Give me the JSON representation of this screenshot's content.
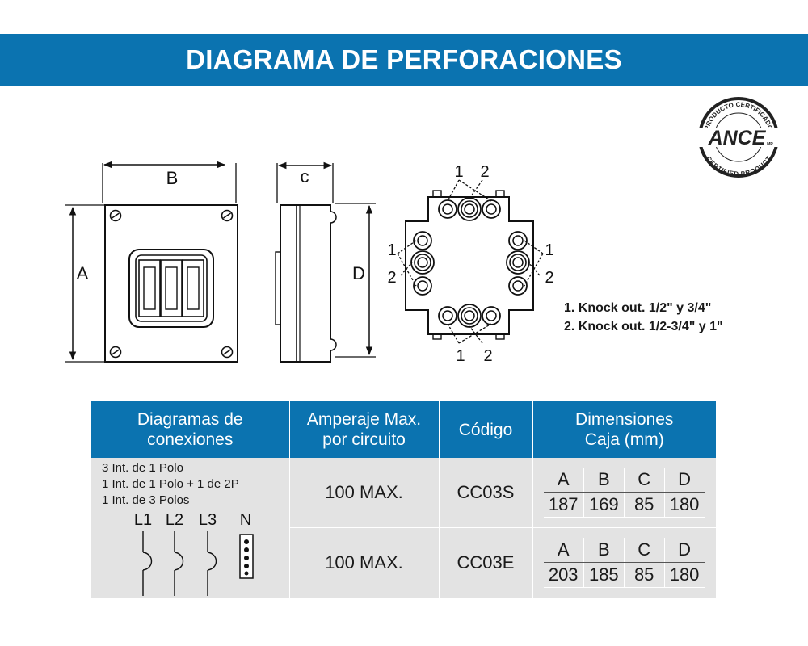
{
  "header": {
    "title": "DIAGRAMA DE PERFORACIONES"
  },
  "seal": {
    "top_text": "PRODUCTO CERTIFICADO",
    "brand": "ANCE",
    "mark": "MR",
    "bottom_text": "CERTIFIED PRODUCT"
  },
  "drawing": {
    "front_width_label": "B",
    "front_height_label": "A",
    "side_depth_label": "c",
    "side_height_label": "D",
    "knockout_labels": {
      "one": "1",
      "two": "2"
    }
  },
  "legend": {
    "items": [
      "1. Knock out. 1/2\" y 3/4\"",
      "2. Knock out. 1/2-3/4\" y 1\""
    ]
  },
  "table": {
    "headers": {
      "connections": [
        "Diagramas de",
        "conexiones"
      ],
      "amperage": [
        "Amperaje Max.",
        "por circuito"
      ],
      "code": "Código",
      "dimensions": [
        "Dimensiones",
        "Caja (mm)"
      ]
    },
    "connections": [
      "3 Int. de 1 Polo",
      "1 Int. de 1 Polo + 1 de 2P",
      "1 Int. de 3 Polos"
    ],
    "wires": [
      "L1",
      "L2",
      "L3",
      "N"
    ],
    "dim_headers": [
      "A",
      "B",
      "C",
      "D"
    ],
    "rows": [
      {
        "amperage": "100 MAX.",
        "code": "CC03S",
        "dims": [
          "187",
          "169",
          "85",
          "180"
        ]
      },
      {
        "amperage": "100 MAX.",
        "code": "CC03E",
        "dims": [
          "203",
          "185",
          "85",
          "180"
        ]
      }
    ]
  }
}
